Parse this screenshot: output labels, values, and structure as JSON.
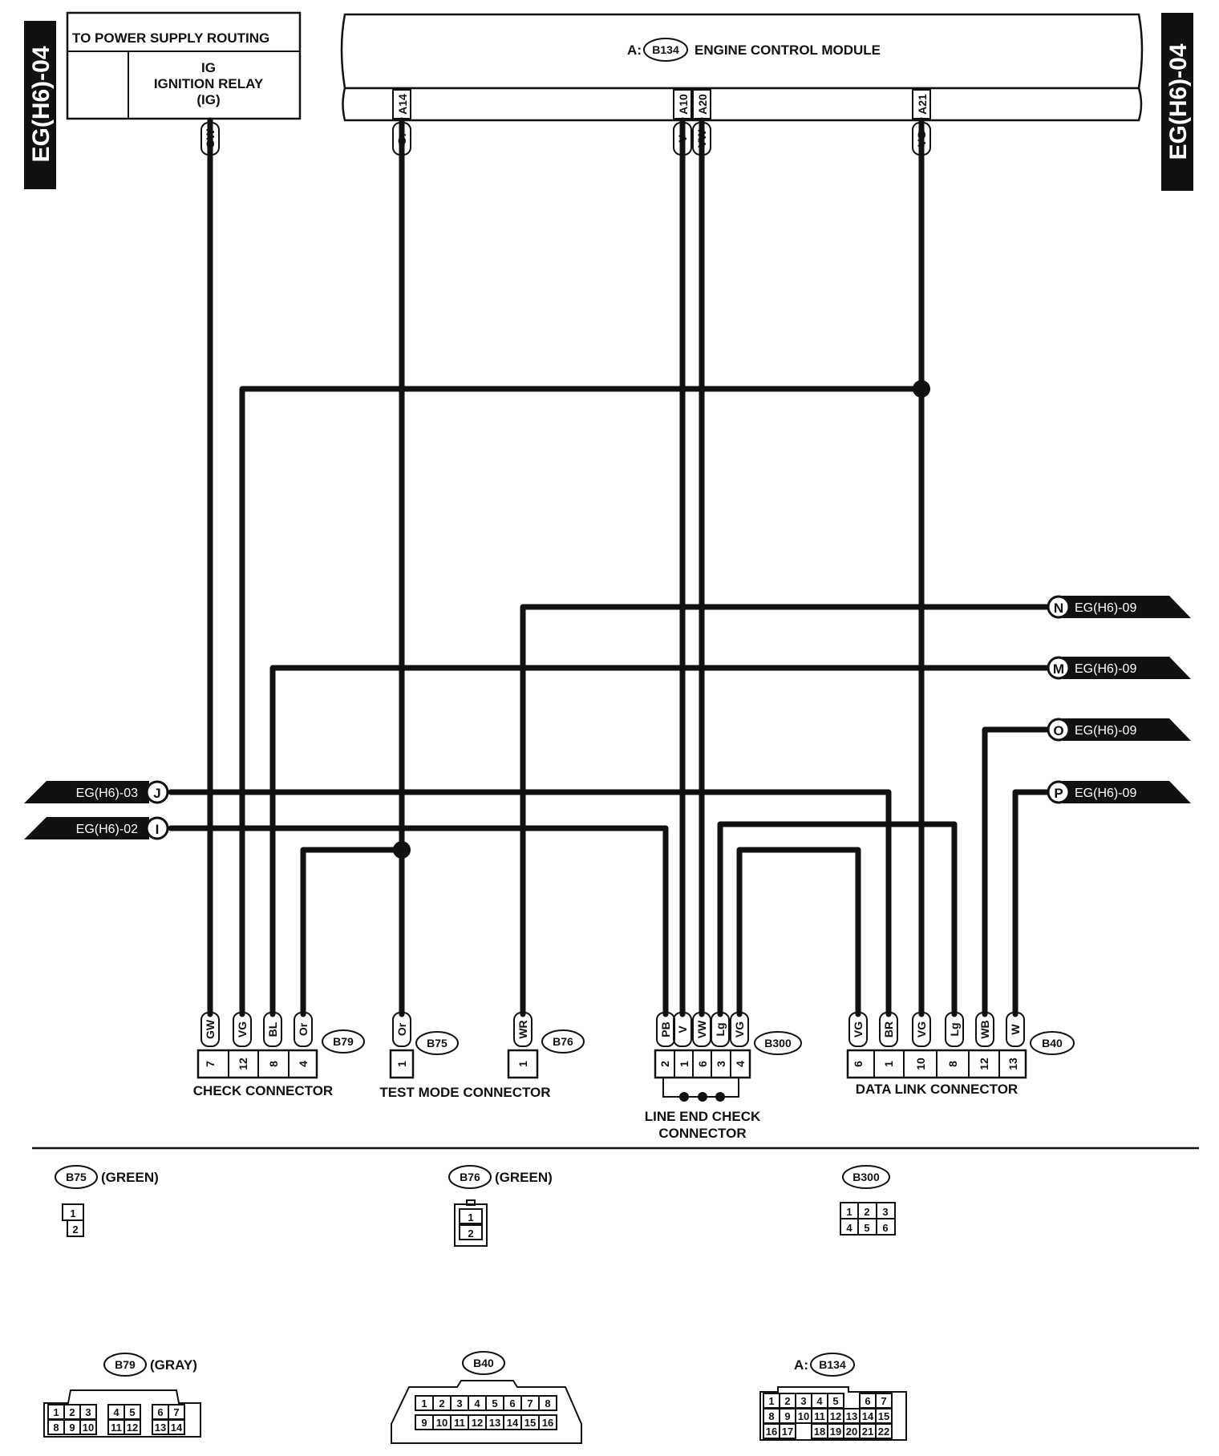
{
  "page_refs": {
    "left": "EG(H6)-04",
    "right": "EG(H6)-04"
  },
  "power_box": {
    "title": "TO POWER SUPPLY ROUTING",
    "line1": "IG",
    "line2": "IGNITION RELAY",
    "line3": "(IG)"
  },
  "ecm": {
    "prefix": "A:",
    "code": "B134",
    "name": "ENGINE CONTROL MODULE",
    "pins": [
      "A14",
      "A10",
      "A20",
      "A21"
    ]
  },
  "wires": {
    "gw": "GW",
    "or": "Or",
    "v": "V",
    "vw": "VW",
    "vg": "VG",
    "bl": "BL",
    "wr": "WR",
    "pb": "PB",
    "lg": "Lg",
    "br": "BR",
    "wb": "WB",
    "w": "W"
  },
  "offpage": {
    "n": {
      "letter": "N",
      "ref": "EG(H6)-09"
    },
    "m": {
      "letter": "M",
      "ref": "EG(H6)-09"
    },
    "o": {
      "letter": "O",
      "ref": "EG(H6)-09"
    },
    "p": {
      "letter": "P",
      "ref": "EG(H6)-09"
    },
    "j": {
      "letter": "J",
      "ref": "EG(H6)-03"
    },
    "i": {
      "letter": "I",
      "ref": "EG(H6)-02"
    }
  },
  "connectors": {
    "b79": {
      "code": "B79",
      "name": "CHECK CONNECTOR",
      "color": "(GRAY)",
      "pins": [
        "7",
        "12",
        "8",
        "4"
      ]
    },
    "b75": {
      "code": "B75",
      "name": "TEST MODE CONNECTOR",
      "color": "(GREEN)",
      "pins": [
        "1"
      ]
    },
    "b76": {
      "code": "B76",
      "color": "(GREEN)",
      "pins": [
        "1"
      ]
    },
    "b300": {
      "code": "B300",
      "name_line1": "LINE END CHECK",
      "name_line2": "CONNECTOR",
      "pins": [
        "2",
        "1",
        "6",
        "3",
        "4"
      ]
    },
    "b40": {
      "code": "B40",
      "name": "DATA LINK CONNECTOR",
      "pins": [
        "6",
        "1",
        "10",
        "8",
        "12",
        "13"
      ]
    },
    "b134": {
      "prefix": "A:",
      "code": "B134"
    }
  },
  "faces": {
    "b75": [
      "1",
      "2"
    ],
    "b76": [
      "1",
      "2"
    ],
    "b300": [
      "1",
      "2",
      "3",
      "4",
      "5",
      "6"
    ],
    "b79_top": [
      "1",
      "2",
      "3",
      "4",
      "5",
      "6",
      "7"
    ],
    "b79_bot": [
      "8",
      "9",
      "10",
      "11",
      "12",
      "13",
      "14"
    ],
    "b40_top": [
      "1",
      "2",
      "3",
      "4",
      "5",
      "6",
      "7",
      "8"
    ],
    "b40_bot": [
      "9",
      "10",
      "11",
      "12",
      "13",
      "14",
      "15",
      "16"
    ],
    "b134_r1": [
      "1",
      "2",
      "3",
      "4",
      "5",
      "6",
      "7"
    ],
    "b134_r2": [
      "8",
      "9",
      "10",
      "11",
      "12",
      "13",
      "14",
      "15"
    ],
    "b134_r3": [
      "16",
      "17",
      "18",
      "19",
      "20",
      "21",
      "22"
    ]
  }
}
